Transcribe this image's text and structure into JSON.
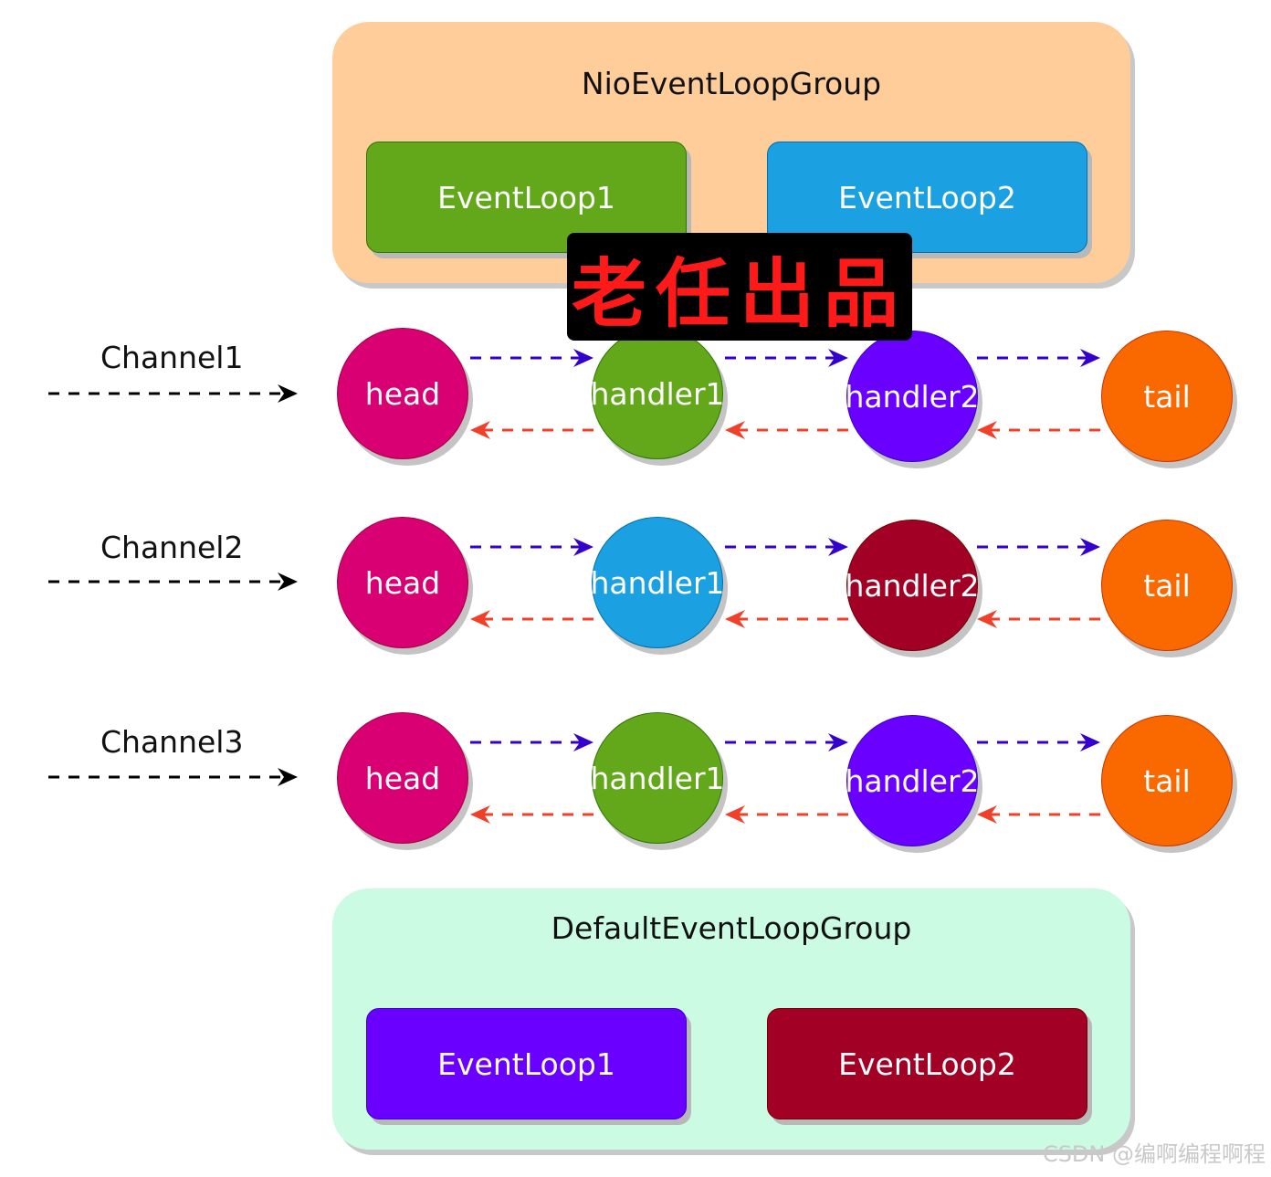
{
  "top_group": {
    "title": "NioEventLoopGroup",
    "loops": [
      "EventLoop1",
      "EventLoop2"
    ]
  },
  "bottom_group": {
    "title": "DefaultEventLoopGroup",
    "loops": [
      "EventLoop1",
      "EventLoop2"
    ]
  },
  "channels": [
    {
      "label": "Channel1",
      "nodes": [
        "head",
        "handler1",
        "handler2",
        "tail"
      ]
    },
    {
      "label": "Channel2",
      "nodes": [
        "head",
        "handler1",
        "handler2",
        "tail"
      ]
    },
    {
      "label": "Channel3",
      "nodes": [
        "head",
        "handler1",
        "handler2",
        "tail"
      ]
    }
  ],
  "stamp": "老任出品",
  "watermark": "CSDN @编啊编程啊程",
  "colors": {
    "nio_group_bg": "#ffcd99",
    "default_group_bg": "#ccfbe4",
    "green": "#62a81a",
    "blue": "#1ba0e1",
    "purple": "#6a00ff",
    "dark_red": "#a20025",
    "head": "#d80073",
    "tail": "#fa6800",
    "forward_arrow": "#3300cc",
    "backward_arrow": "#f0402a"
  }
}
